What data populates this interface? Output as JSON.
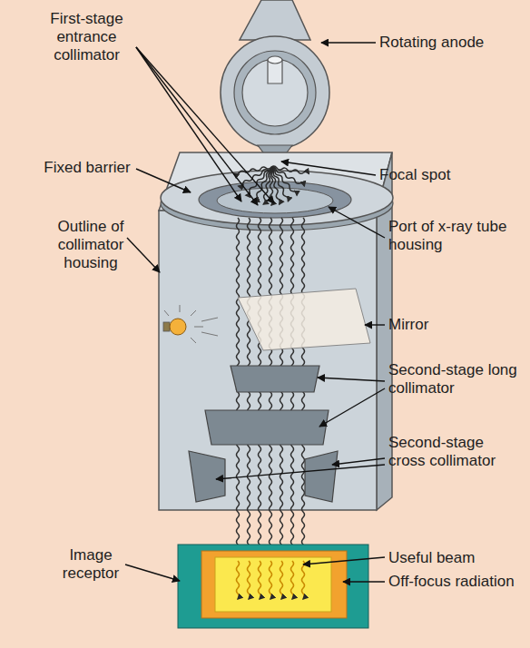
{
  "diagram": {
    "labels": [
      "First-stage entrance collimator",
      "Rotating anode",
      "Fixed barrier",
      "Focal spot",
      "Outline of collimator housing",
      "Port of x-ray tube housing",
      "Mirror",
      "Second-stage long collimator",
      "Second-stage cross collimator",
      "Image receptor",
      "Useful beam",
      "Off-focus radiation"
    ]
  }
}
